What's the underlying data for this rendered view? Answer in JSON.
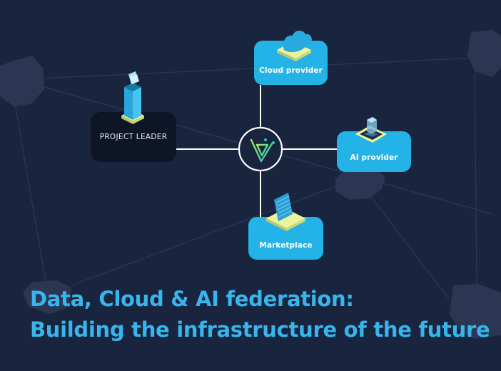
{
  "diagram": {
    "center": {
      "name": "federation-hub",
      "logo": "v-logo-icon"
    },
    "nodes": [
      {
        "id": "leader",
        "label": "PROJECT LEADER",
        "icon": "tower-folder-icon"
      },
      {
        "id": "cloud",
        "label": "Cloud provider",
        "icon": "cloud-icon"
      },
      {
        "id": "ai",
        "label": "AI provider",
        "icon": "chip-icon"
      },
      {
        "id": "market",
        "label": "Marketplace",
        "icon": "marketplace-panel-icon"
      }
    ],
    "edges": [
      [
        "hub",
        "leader"
      ],
      [
        "hub",
        "cloud"
      ],
      [
        "hub",
        "ai"
      ],
      [
        "hub",
        "market"
      ]
    ]
  },
  "title": {
    "line1": "Data, Cloud & AI federation:",
    "line2": "Building the infrastructure of the future"
  },
  "colors": {
    "background": "#19243f",
    "card_accent": "#24b3e6",
    "card_dark": "#0e1526",
    "title": "#36b6ec",
    "logo_gradient_start": "#a6e85a",
    "logo_gradient_end": "#1fc9c0",
    "pedestal": "#e9f39b"
  }
}
